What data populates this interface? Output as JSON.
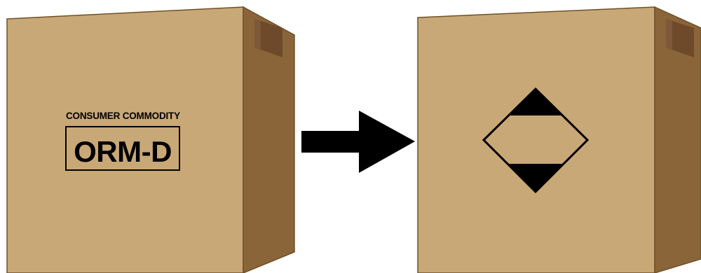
{
  "diagram": {
    "left_box": {
      "label_small": "CONSUMER COMMODITY",
      "label_big": "ORM-D"
    },
    "right_box": {
      "mark": "limited-quantity-diamond-mark"
    },
    "arrow": {
      "direction": "right"
    },
    "colors": {
      "box_front": "#C9A877",
      "box_side": "#8A653A",
      "box_outline": "#6F5028",
      "tape": "#6E4A2B",
      "arrow": "#000000",
      "background": "#FFFFFF"
    }
  }
}
